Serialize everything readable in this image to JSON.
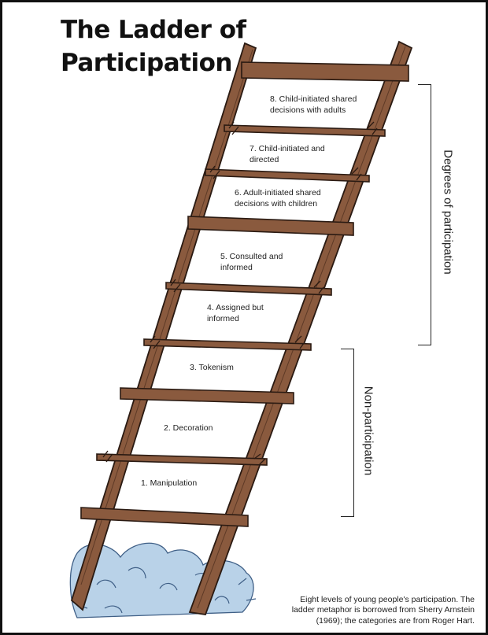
{
  "title": {
    "line1": "The Ladder of",
    "line2": "Participation"
  },
  "rungs": [
    {
      "label": "8. Child-initiated shared\ndecisions with adults"
    },
    {
      "label": "7. Child-initiated and\ndirected"
    },
    {
      "label": "6. Adult-initiated shared\ndecisions with children"
    },
    {
      "label": "5. Consulted and\ninformed"
    },
    {
      "label": "4. Assigned but\ninformed"
    },
    {
      "label": "3. Tokenism"
    },
    {
      "label": "2. Decoration"
    },
    {
      "label": "1. Manipulation"
    }
  ],
  "groups": {
    "degrees": "Degrees of participation",
    "non": "Non-participation"
  },
  "caption": "Eight levels of young people's participation. The ladder metaphor is borrowed from Sherry Arnstein (1969); the categories are from Roger Hart.",
  "colors": {
    "wood": "#8a5a3e",
    "wood_outline": "#2a1a12",
    "grass": "#a9c6e0",
    "grass_dark": "#3f5f86"
  }
}
